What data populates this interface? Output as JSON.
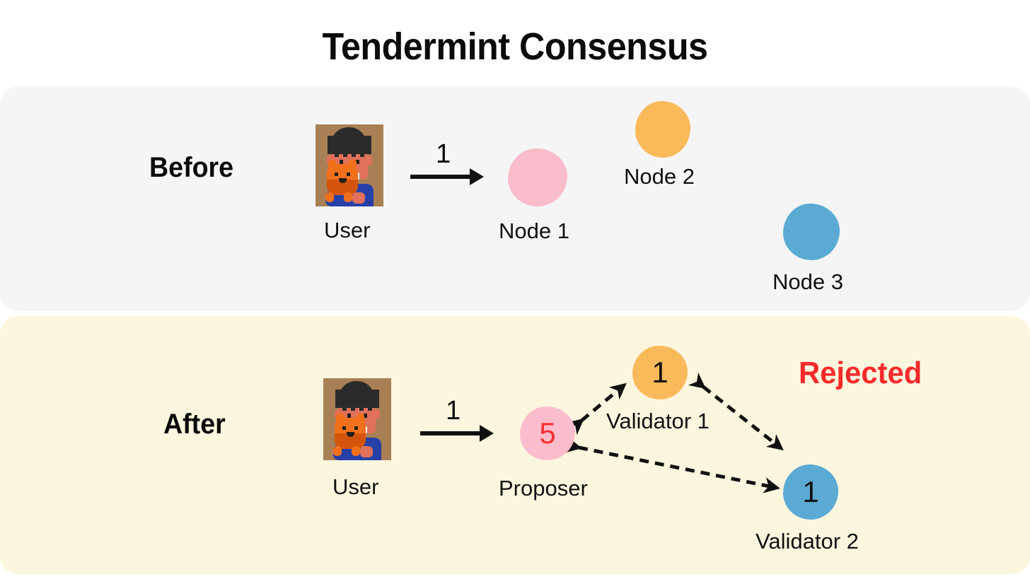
{
  "page": {
    "title": "Tendermint Consensus",
    "background": "#ffffff"
  },
  "colors": {
    "panel_before_bg": "#f5f5f6",
    "panel_after_bg": "#fdf6df",
    "node_pink": "#fbbccc",
    "node_orange": "#fbba5a",
    "node_blue": "#5baad4",
    "rejected_red": "#fa2a2a",
    "proposer_value_red": "#f92f2f",
    "text": "#111111",
    "arrow": "#111111"
  },
  "before": {
    "row_label": "Before",
    "avatar_label": "User",
    "avatar_icon": "user-avatar-pixel-art",
    "arrow_label": "1",
    "arrow_icon": "arrow-right-solid-icon",
    "nodes": [
      {
        "label": "Node 1",
        "color": "#fbbccc",
        "value": ""
      },
      {
        "label": "Node 2",
        "color": "#fbba5a",
        "value": ""
      },
      {
        "label": "Node 3",
        "color": "#5baad4",
        "value": ""
      }
    ]
  },
  "after": {
    "row_label": "After",
    "avatar_label": "User",
    "avatar_icon": "user-avatar-pixel-art",
    "arrow_label": "1",
    "arrow_icon": "arrow-right-solid-icon",
    "status": "Rejected",
    "nodes": [
      {
        "label": "Proposer",
        "color": "#fbbccc",
        "value": "5",
        "value_color": "#f92f2f"
      },
      {
        "label": "Validator 1",
        "color": "#fbba5a",
        "value": "1",
        "value_color": "#111111"
      },
      {
        "label": "Validator 2",
        "color": "#5baad4",
        "value": "1",
        "value_color": "#111111"
      }
    ],
    "connections": [
      {
        "from": "Proposer",
        "to": "Validator 1",
        "style": "dashed",
        "arrows": "double"
      },
      {
        "from": "Validator 1",
        "to": "Validator 2",
        "style": "dashed",
        "arrows": "double"
      },
      {
        "from": "Proposer",
        "to": "Validator 2",
        "style": "dashed",
        "arrows": "double"
      }
    ]
  }
}
